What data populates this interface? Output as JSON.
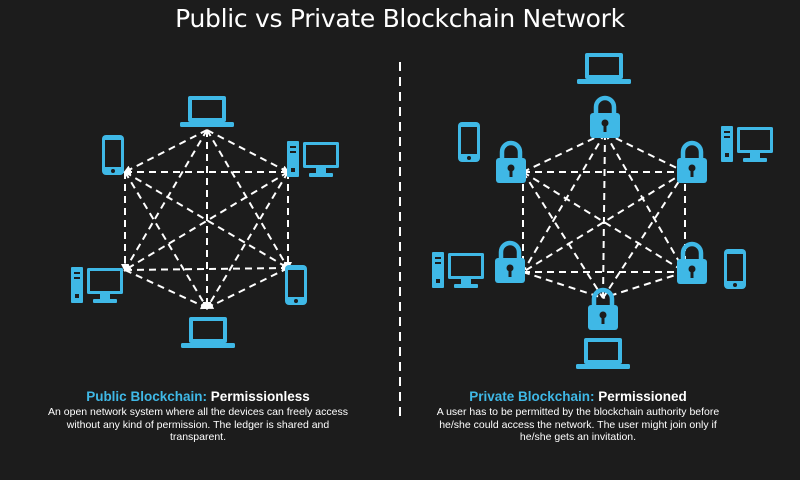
{
  "title": "Public vs Private Blockchain Network",
  "colors": {
    "accent": "#3fb8e6",
    "background": "#1c1c1c",
    "line": "#ffffff"
  },
  "public": {
    "heading_accent": "Public Blockchain:",
    "heading_plain": "Permissionless",
    "description": "An open network system where all the devices can freely access without any kind of permission. The ledger is shared and transparent.",
    "nodes": [
      "laptop-icon",
      "desktop-icon",
      "phone-icon",
      "laptop-icon",
      "desktop-icon",
      "phone-icon"
    ]
  },
  "private": {
    "heading_accent": "Private Blockchain:",
    "heading_plain": "Permissioned",
    "description": "A user has to be permitted by the blockchain authority before he/she could access the network. The user might join only if he/she gets an invitation.",
    "nodes": [
      "laptop-icon",
      "desktop-icon",
      "phone-icon",
      "laptop-icon",
      "desktop-icon",
      "phone-icon"
    ],
    "gates": [
      "lock-icon",
      "lock-icon",
      "lock-icon",
      "lock-icon",
      "lock-icon",
      "lock-icon"
    ]
  }
}
